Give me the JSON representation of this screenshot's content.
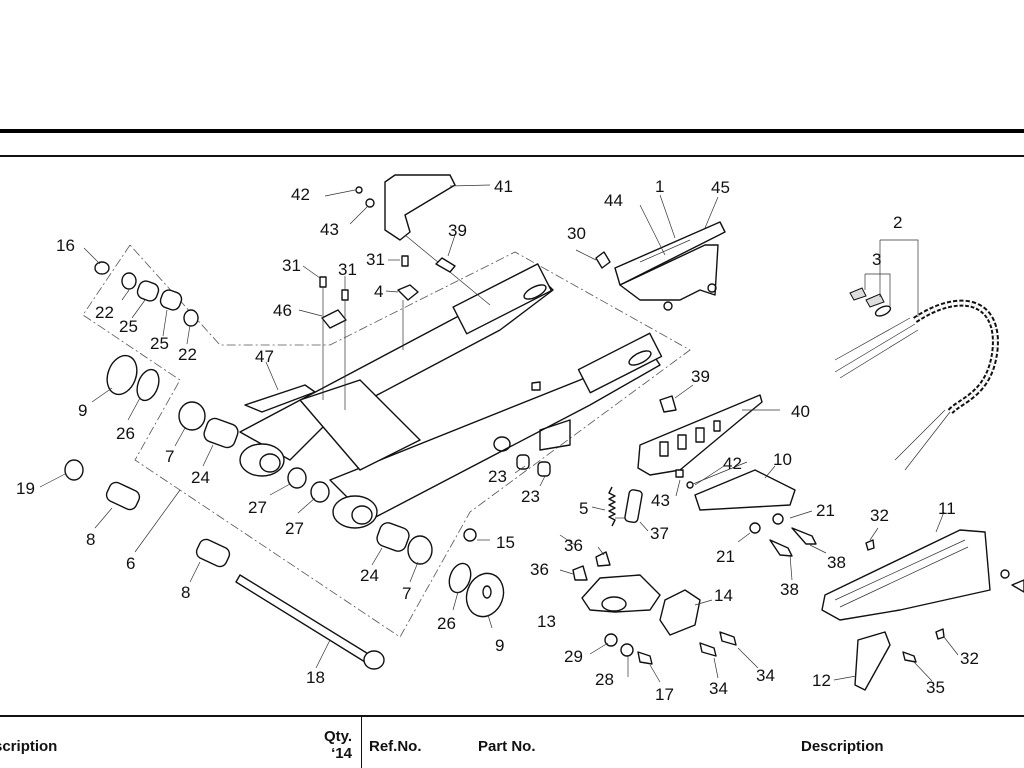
{
  "document": {
    "type": "parts-catalog-page",
    "subject": "Swingarm and drive chain exploded view"
  },
  "diagram": {
    "callouts": {
      "c1": "1",
      "c2": "2",
      "c3": "3",
      "c4": "4",
      "c5": "5",
      "c6": "6",
      "c7a": "7",
      "c7b": "7",
      "c8a": "8",
      "c8b": "8",
      "c9a": "9",
      "c9b": "9",
      "c10": "10",
      "c11": "11",
      "c12": "12",
      "c13": "13",
      "c14": "14",
      "c15": "15",
      "c16": "16",
      "c17": "17",
      "c18": "18",
      "c19": "19",
      "c21a": "21",
      "c21b": "21",
      "c22a": "22",
      "c22b": "22",
      "c23a": "23",
      "c23b": "23",
      "c24a": "24",
      "c24b": "24",
      "c25a": "25",
      "c25b": "25",
      "c26a": "26",
      "c26b": "26",
      "c27a": "27",
      "c27b": "27",
      "c28": "28",
      "c29": "29",
      "c30": "30",
      "c31a": "31",
      "c31b": "31",
      "c31c": "31",
      "c32a": "32",
      "c32b": "32",
      "c34a": "34",
      "c34b": "34",
      "c35": "35",
      "c36a": "36",
      "c36b": "36",
      "c37": "37",
      "c38a": "38",
      "c38b": "38",
      "c39a": "39",
      "c39b": "39",
      "c40": "40",
      "c41": "41",
      "c42a": "42",
      "c42b": "42",
      "c43a": "43",
      "c43b": "43",
      "c44": "44",
      "c45": "45",
      "c46": "46",
      "c47": "47"
    }
  },
  "table": {
    "headers": {
      "description_left": "scription",
      "qty_line1": "Qty.",
      "qty_line2": "‘14",
      "ref_no": "Ref.No.",
      "part_no": "Part No.",
      "description_right": "Description"
    },
    "rows": []
  }
}
